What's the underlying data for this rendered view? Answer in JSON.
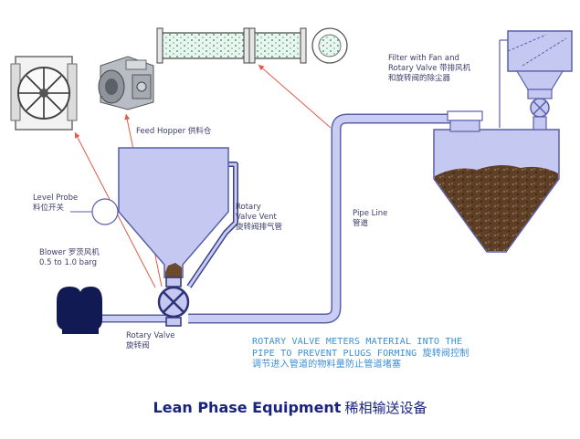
{
  "labels": {
    "feed_hopper": "Feed Hopper 供料仓",
    "filter": [
      "Filter with Fan and",
      "Rotary Valve 带排风机",
      "和旋转阀的除尘器"
    ],
    "level_probe": [
      "Level Probe",
      "料位开关"
    ],
    "rotary_valve_vent": [
      "Rotary",
      "Valve Vent",
      "旋转阀排气管"
    ],
    "pipe_line": [
      "Pipe Line",
      "管道"
    ],
    "blower": [
      "Blower 罗茨风机",
      "0.5 to 1.0 barg"
    ],
    "rotary_valve": [
      "Rotary Valve",
      "旋转阀"
    ]
  },
  "note": [
    "ROTARY VALVE METERS MATERIAL INTO THE",
    "PIPE TO PREVENT PLUGS FORMING 旋转阀控制",
    "调节进入管道的物料量防止管道堵塞"
  ],
  "title": {
    "en": "Lean Phase Equipment",
    "cn": "稀相输送设备"
  },
  "colors": {
    "vessel_fill": "#c5c9f2",
    "vessel_stroke": "#5a5fa8",
    "pipe": "#c9cdf4",
    "material": "#6b4a2e",
    "blower": "#111a52",
    "arrow": "#e05a4a",
    "note_text": "#3b8fd6",
    "title_text": "#1a237e"
  }
}
